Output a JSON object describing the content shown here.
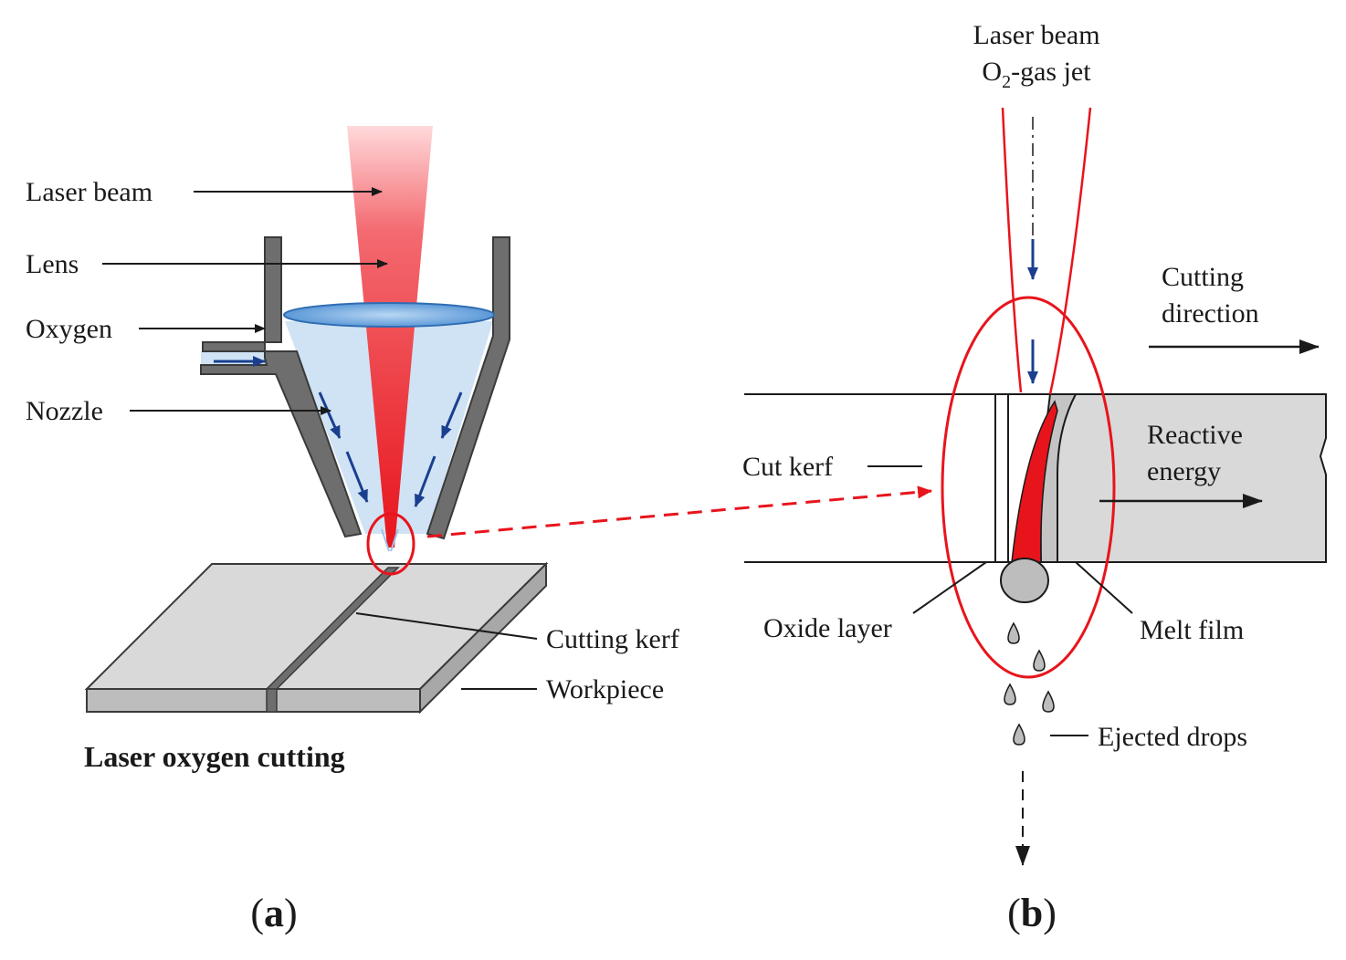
{
  "panel_a": {
    "labels": {
      "laser_beam": "Laser beam",
      "lens": "Lens",
      "oxygen": "Oxygen",
      "nozzle": "Nozzle",
      "cutting_kerf": "Cutting kerf",
      "workpiece": "Workpiece"
    },
    "caption": "Laser oxygen cutting",
    "tag_open": "(",
    "tag_letter": "a",
    "tag_close": ")"
  },
  "panel_b": {
    "labels": {
      "laser_beam": "Laser beam",
      "gas_jet_prefix": "O",
      "gas_jet_subscript": "2",
      "gas_jet_suffix": "-gas jet",
      "cutting_direction_line1": "Cutting",
      "cutting_direction_line2": "direction",
      "reactive_energy_line1": "Reactive",
      "reactive_energy_line2": "energy",
      "cut_kerf": "Cut kerf",
      "oxide_layer": "Oxide layer",
      "melt_film": "Melt film",
      "ejected_drops": "Ejected drops"
    },
    "tag_open": "(",
    "tag_letter": "b",
    "tag_close": ")"
  },
  "colors": {
    "laser_red": "#e8141c",
    "gas_arrow_blue": "#1a3f8f",
    "lens_blue": "#6ea8e0",
    "gas_flow_light_blue": "#cfe3f5",
    "nozzle_gray": "#6e6e6e",
    "workpiece_gray": "#d4d4d4",
    "highlight_red": "#e8141c"
  }
}
